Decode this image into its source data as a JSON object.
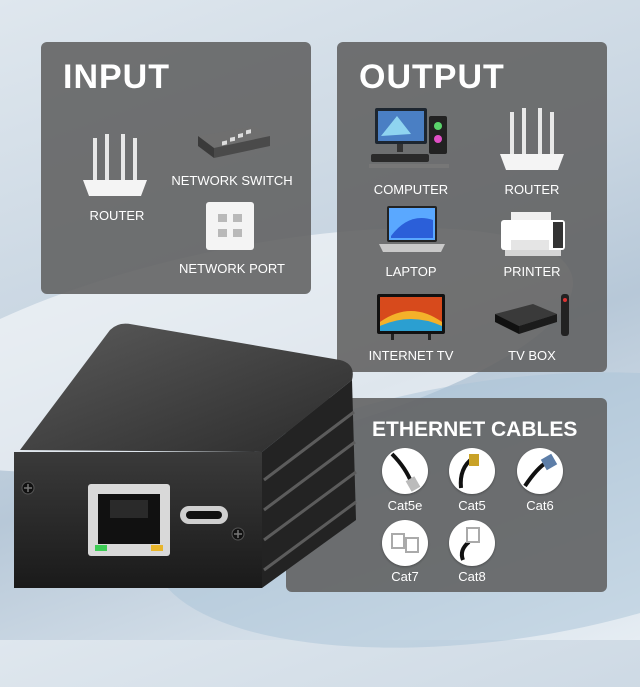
{
  "input": {
    "title": "INPUT",
    "devices": [
      {
        "label": "ROUTER",
        "icon": "router-icon"
      },
      {
        "label": "NETWORK SWITCH",
        "icon": "network-switch-icon"
      },
      {
        "label": "NETWORK PORT",
        "icon": "network-port-icon"
      }
    ]
  },
  "output": {
    "title": "OUTPUT",
    "devices": [
      {
        "label": "COMPUTER",
        "icon": "computer-icon"
      },
      {
        "label": "ROUTER",
        "icon": "router-icon"
      },
      {
        "label": "LAPTOP",
        "icon": "laptop-icon"
      },
      {
        "label": "PRINTER",
        "icon": "printer-icon"
      },
      {
        "label": "INTERNET TV",
        "icon": "tv-icon"
      },
      {
        "label": "TV BOX",
        "icon": "tv-box-icon"
      }
    ]
  },
  "cables": {
    "title": "ETHERNET CABLES",
    "items": [
      {
        "label": "Cat5e"
      },
      {
        "label": "Cat5"
      },
      {
        "label": "Cat6"
      },
      {
        "label": "Cat7"
      },
      {
        "label": "Cat8"
      }
    ]
  },
  "colors": {
    "panel": "#606060",
    "text": "#ffffff",
    "device_body": "#2b2b2b"
  }
}
